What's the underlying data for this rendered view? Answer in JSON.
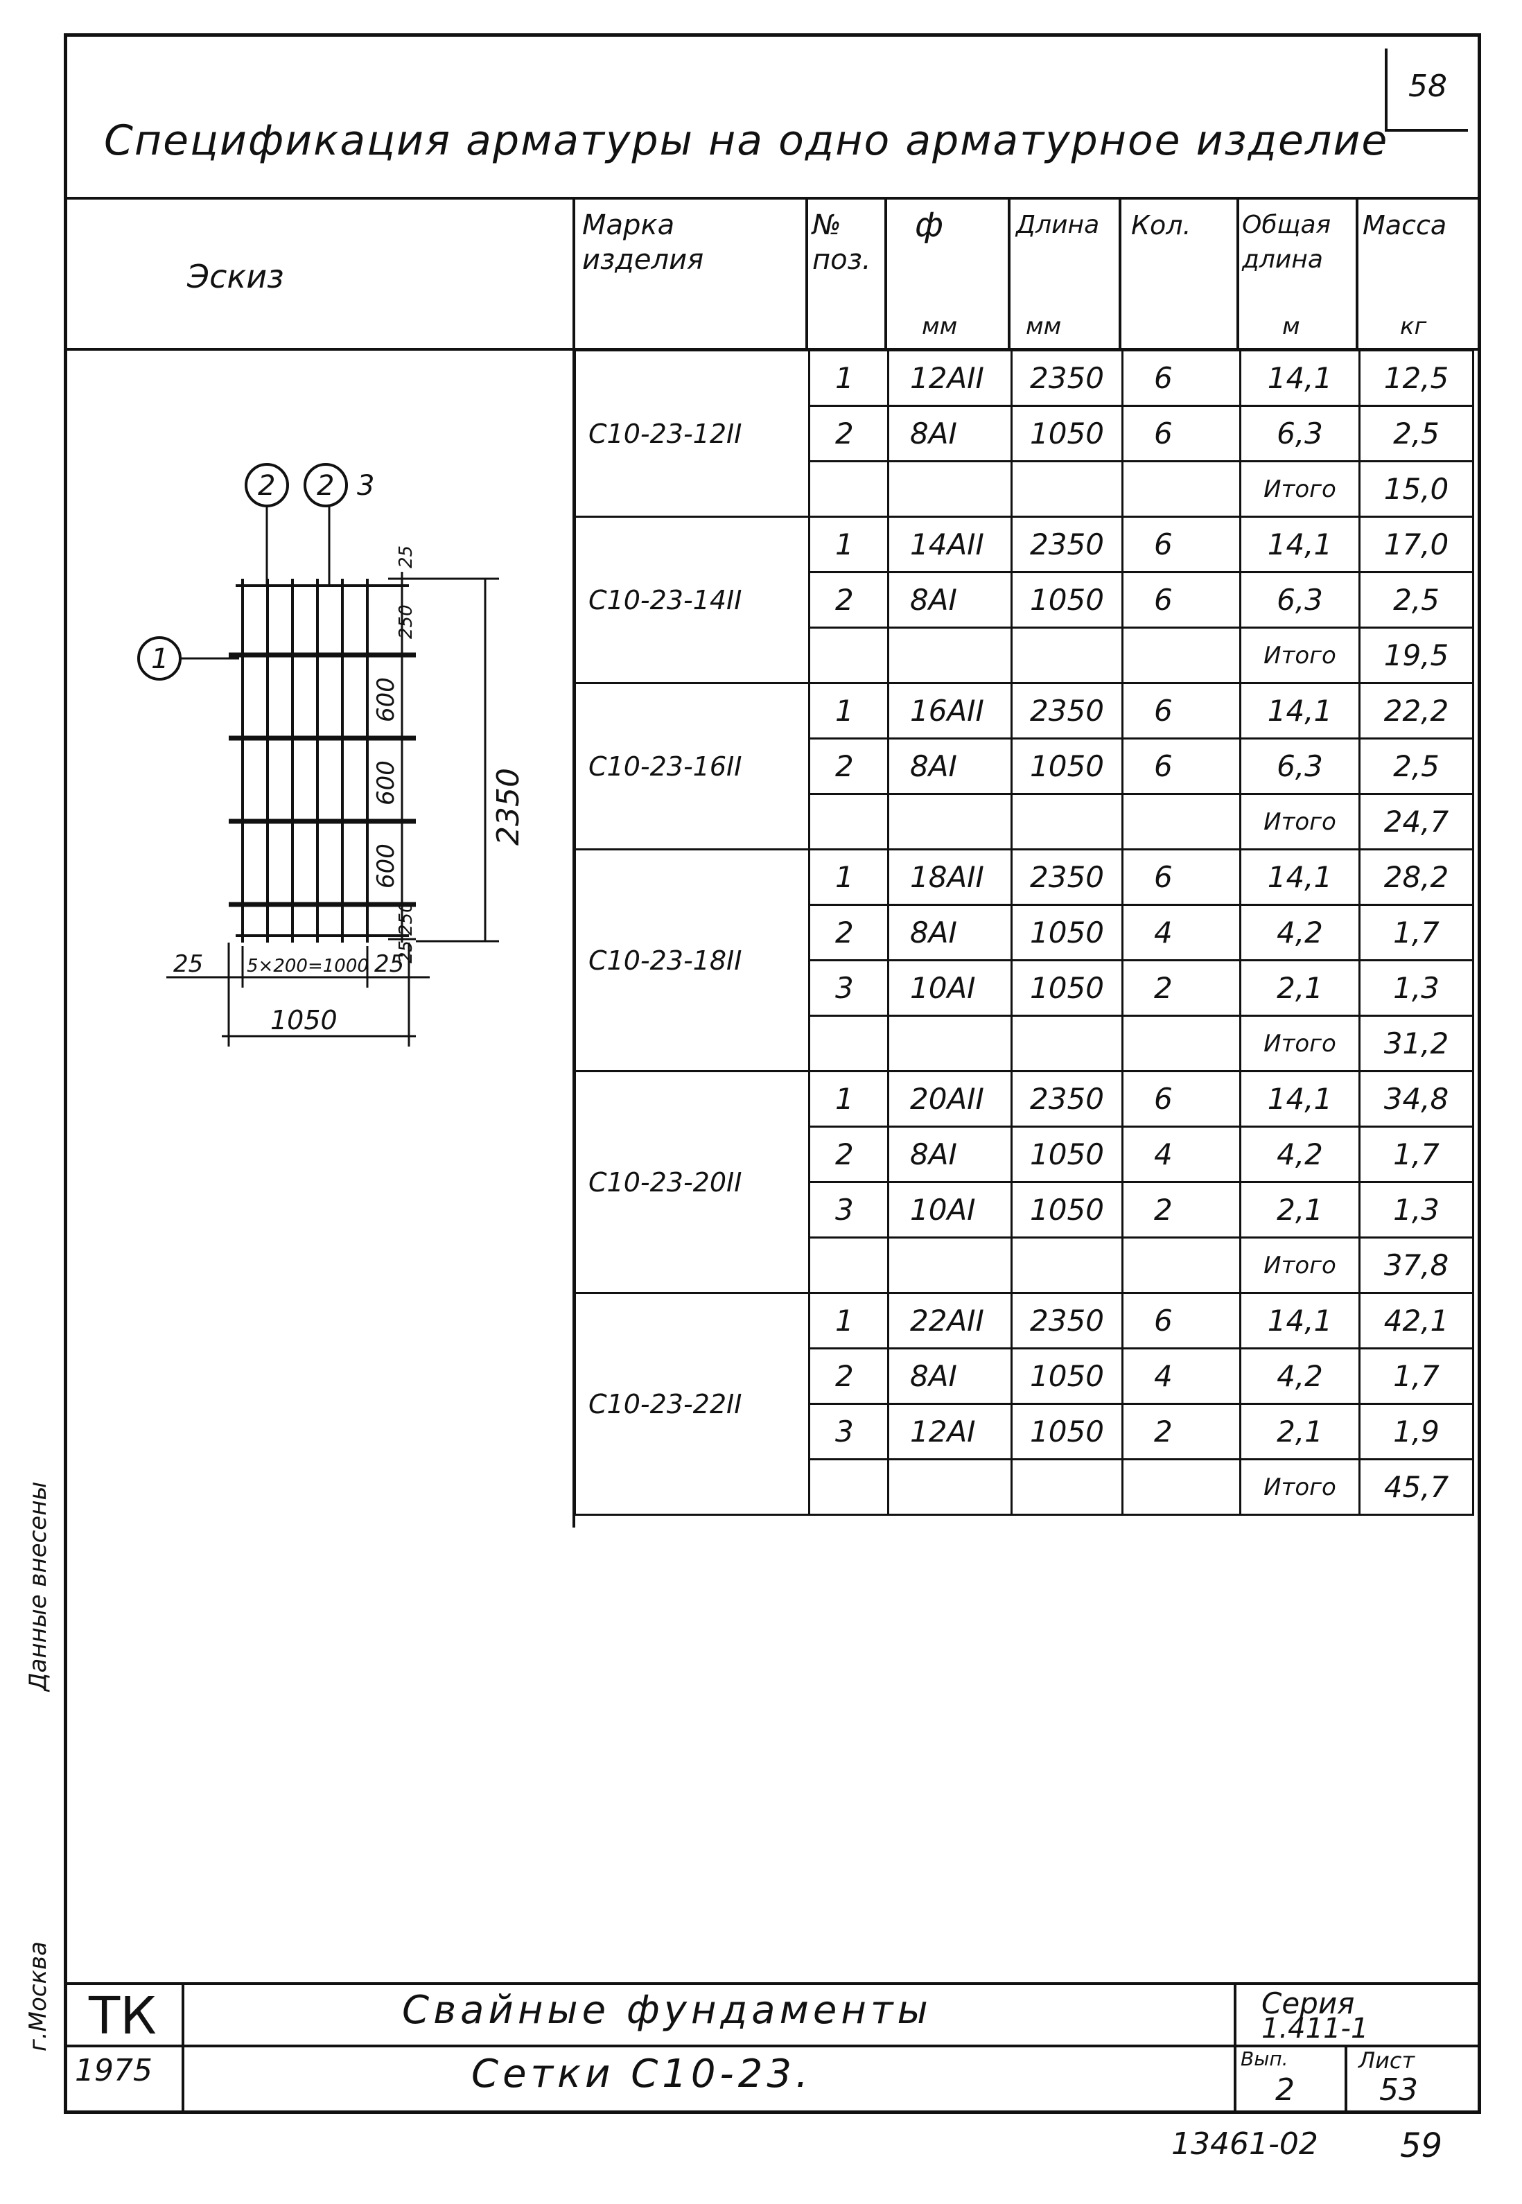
{
  "sheet_number": "58",
  "title": "Спецификация арматуры на одно арматурное изделие",
  "header": {
    "sketch": "Эскиз",
    "mark": "Марка изделия",
    "pos": "№ поз.",
    "diameter": "ф",
    "diameter_unit": "мм",
    "length": "Длина",
    "length_unit": "мм",
    "count": "Кол.",
    "total_length": "Общая длина",
    "total_length_unit": "м",
    "mass": "Масса",
    "mass_unit": "кг"
  },
  "table": [
    {
      "mark": "С10-23-12II",
      "rows": [
        {
          "pos": "1",
          "dia": "12АII",
          "len": "2350",
          "cnt": "6",
          "total": "14,1",
          "mass": "12,5"
        },
        {
          "pos": "2",
          "dia": "8АI",
          "len": "1050",
          "cnt": "6",
          "total": "6,3",
          "mass": "2,5"
        }
      ],
      "itogo": "Итого",
      "itogo_mass": "15,0"
    },
    {
      "mark": "С10-23-14II",
      "rows": [
        {
          "pos": "1",
          "dia": "14АII",
          "len": "2350",
          "cnt": "6",
          "total": "14,1",
          "mass": "17,0"
        },
        {
          "pos": "2",
          "dia": "8АI",
          "len": "1050",
          "cnt": "6",
          "total": "6,3",
          "mass": "2,5"
        }
      ],
      "itogo": "Итого",
      "itogo_mass": "19,5"
    },
    {
      "mark": "С10-23-16II",
      "rows": [
        {
          "pos": "1",
          "dia": "16АII",
          "len": "2350",
          "cnt": "6",
          "total": "14,1",
          "mass": "22,2"
        },
        {
          "pos": "2",
          "dia": "8АI",
          "len": "1050",
          "cnt": "6",
          "total": "6,3",
          "mass": "2,5"
        }
      ],
      "itogo": "Итого",
      "itogo_mass": "24,7"
    },
    {
      "mark": "С10-23-18II",
      "rows": [
        {
          "pos": "1",
          "dia": "18АII",
          "len": "2350",
          "cnt": "6",
          "total": "14,1",
          "mass": "28,2"
        },
        {
          "pos": "2",
          "dia": "8АI",
          "len": "1050",
          "cnt": "4",
          "total": "4,2",
          "mass": "1,7"
        },
        {
          "pos": "3",
          "dia": "10АI",
          "len": "1050",
          "cnt": "2",
          "total": "2,1",
          "mass": "1,3"
        }
      ],
      "itogo": "Итого",
      "itogo_mass": "31,2"
    },
    {
      "mark": "С10-23-20II",
      "rows": [
        {
          "pos": "1",
          "dia": "20АII",
          "len": "2350",
          "cnt": "6",
          "total": "14,1",
          "mass": "34,8"
        },
        {
          "pos": "2",
          "dia": "8АI",
          "len": "1050",
          "cnt": "4",
          "total": "4,2",
          "mass": "1,7"
        },
        {
          "pos": "3",
          "dia": "10АI",
          "len": "1050",
          "cnt": "2",
          "total": "2,1",
          "mass": "1,3"
        }
      ],
      "itogo": "Итого",
      "itogo_mass": "37,8"
    },
    {
      "mark": "С10-23-22II",
      "rows": [
        {
          "pos": "1",
          "dia": "22АII",
          "len": "2350",
          "cnt": "6",
          "total": "14,1",
          "mass": "42,1"
        },
        {
          "pos": "2",
          "dia": "8АI",
          "len": "1050",
          "cnt": "4",
          "total": "4,2",
          "mass": "1,7"
        },
        {
          "pos": "3",
          "dia": "12АI",
          "len": "1050",
          "cnt": "2",
          "total": "2,1",
          "mass": "1,9"
        }
      ],
      "itogo": "Итого",
      "itogo_mass": "45,7"
    }
  ],
  "sketch": {
    "callout_1": "1",
    "callout_2a": "2",
    "callout_2b": "2",
    "callout_3": "3",
    "dim_25_top": "25",
    "dim_250_top": "250",
    "dim_600_a": "600",
    "dim_600_b": "600",
    "dim_600_c": "600",
    "dim_250_bottom": "250",
    "dim_25_bottom": "25",
    "dim_2350": "2350",
    "dim_25_left": "25",
    "dim_bays": "5×200=1000",
    "dim_25_right": "25",
    "dim_1050": "1050"
  },
  "title_block": {
    "org": "ТК",
    "year": "1975",
    "project": "Свайные фундаменты",
    "sheet_title": "Сетки С10-23.",
    "series_label": "Серия",
    "series_value": "1.411-1",
    "issue_label": "Вып.",
    "issue_value": "2",
    "sheet_label": "Лист",
    "sheet_value": "53"
  },
  "side_stamp": {
    "city": "г.Москва",
    "note": "Данные внесены"
  },
  "footer": {
    "doc_code": "13461-02",
    "page": "59"
  }
}
